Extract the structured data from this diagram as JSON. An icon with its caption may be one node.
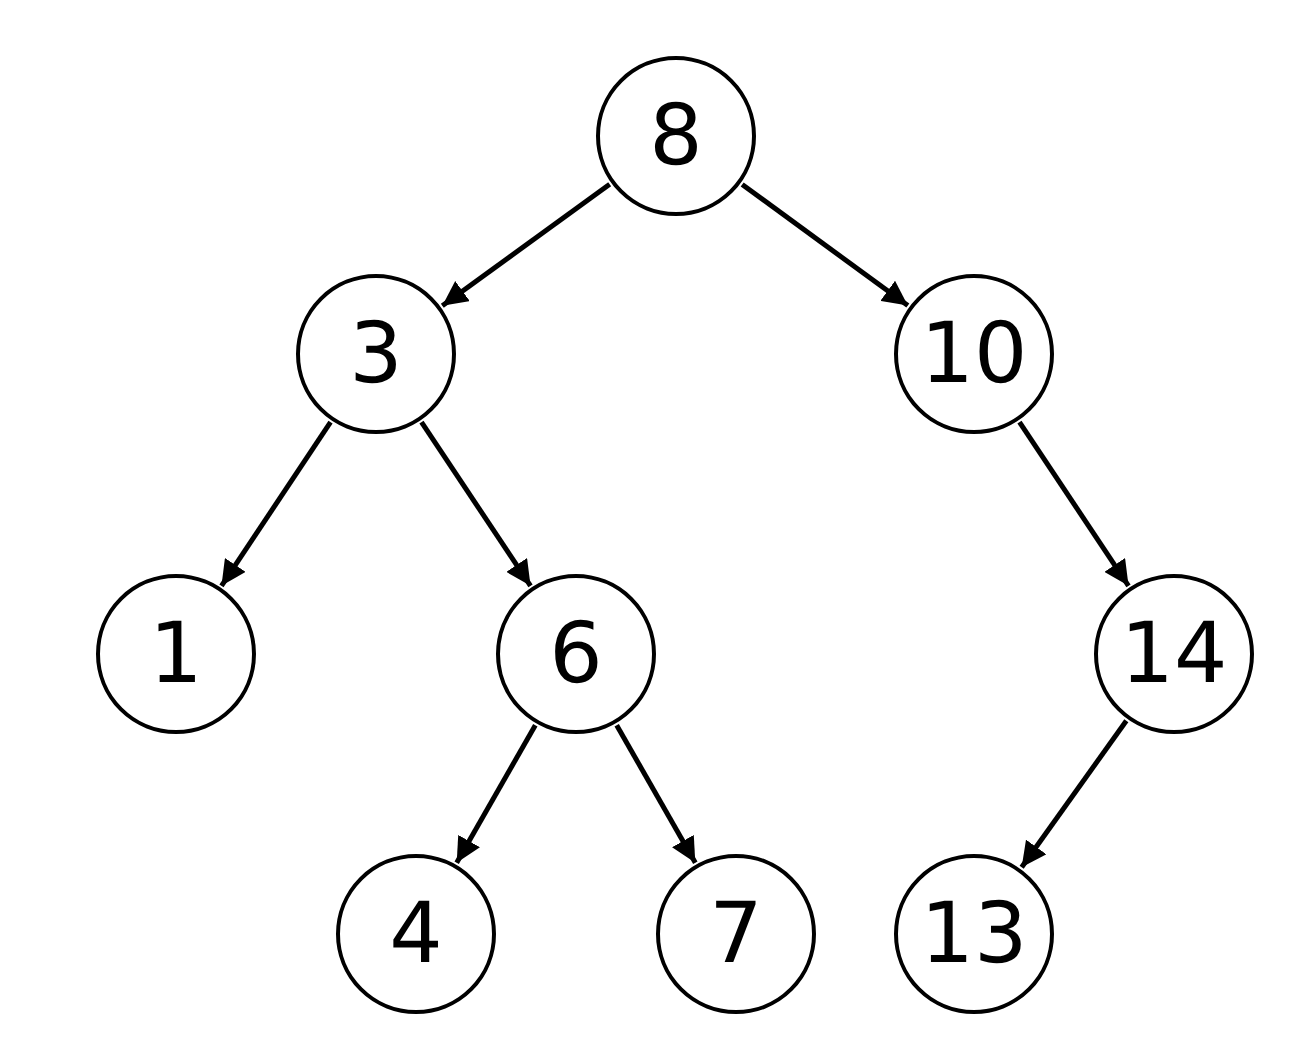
{
  "diagram": {
    "nodes": [
      {
        "text": [
          "8"
        ]
      },
      {
        "text": [
          "3"
        ]
      },
      {
        "text": [
          "10"
        ]
      },
      {
        "text": [
          "1"
        ]
      },
      {
        "text": [
          "6"
        ]
      },
      {
        "text": [
          "14"
        ]
      },
      {
        "text": [
          "4"
        ]
      },
      {
        "text": [
          "7"
        ]
      },
      {
        "text": [
          "13"
        ]
      }
    ],
    "edges": [
      {
        "from": 0,
        "to": 1,
        "arrow": "to"
      },
      {
        "from": 0,
        "to": 2,
        "arrow": "to"
      },
      {
        "from": 1,
        "to": 3,
        "arrow": "to"
      },
      {
        "from": 1,
        "to": 4,
        "arrow": "to"
      },
      {
        "from": 2,
        "to": 5,
        "arrow": "to"
      },
      {
        "from": 4,
        "to": 6,
        "arrow": "to"
      },
      {
        "from": 4,
        "to": 7,
        "arrow": "to"
      },
      {
        "from": 5,
        "to": 8,
        "arrow": "to"
      }
    ]
  }
}
